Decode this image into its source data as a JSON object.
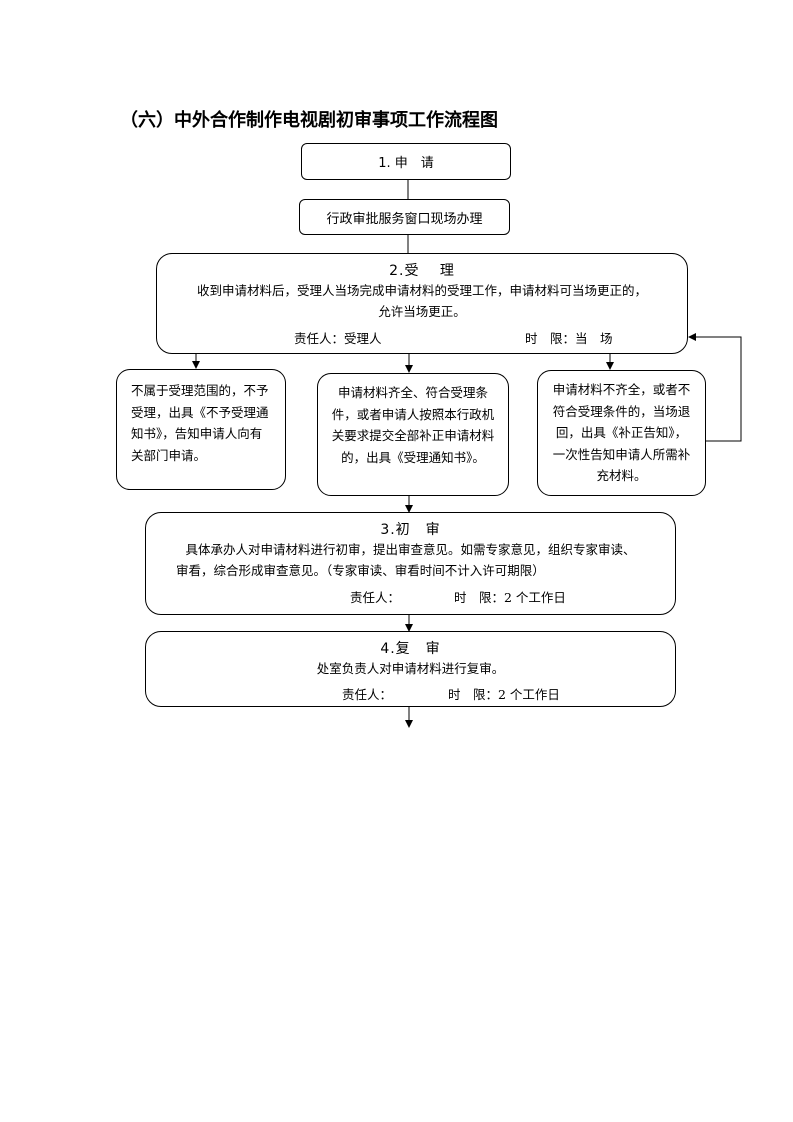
{
  "title": "（六）中外合作制作电视剧初审事项工作流程图",
  "step1": {
    "label": "1. 申　请"
  },
  "service": {
    "label": "行政审批服务窗口现场办理"
  },
  "step2": {
    "header": "2.受　 理",
    "body_line1": "收到申请材料后，受理人当场完成申请材料的受理工作，申请材料可当场更正的，",
    "body_line2": "允许当场更正。",
    "responsible": "责任人：受理人",
    "time_limit": "时　限：当　场"
  },
  "outcome_reject": {
    "text": "不属于受理范围的，不予受理，出具《不予受理通知书》，告知申请人向有关部门申请。"
  },
  "outcome_accept": {
    "text": "申请材料齐全、符合受理条件，或者申请人按照本行政机关要求提交全部补正申请材料的，出具《受理通知书》。"
  },
  "outcome_correct": {
    "text": "申请材料不齐全，或者不符合受理条件的，当场退回，出具《补正告知》，一次性告知申请人所需补充材料。"
  },
  "step3": {
    "header": "3.初　审",
    "body_line1": "具体承办人对申请材料进行初审，提出审查意见。如需专家意见，组织专家审读、",
    "body_line2": "审看，综合形成审查意见。（专家审读、审看时间不计入许可期限）",
    "responsible": "责任人：",
    "time_limit": "时　限：2 个工作日"
  },
  "step4": {
    "header": "4.复　审",
    "body_line1": "处室负责人对申请材料进行复审。",
    "responsible": "责任人：",
    "time_limit": "时　限：2 个工作日"
  }
}
